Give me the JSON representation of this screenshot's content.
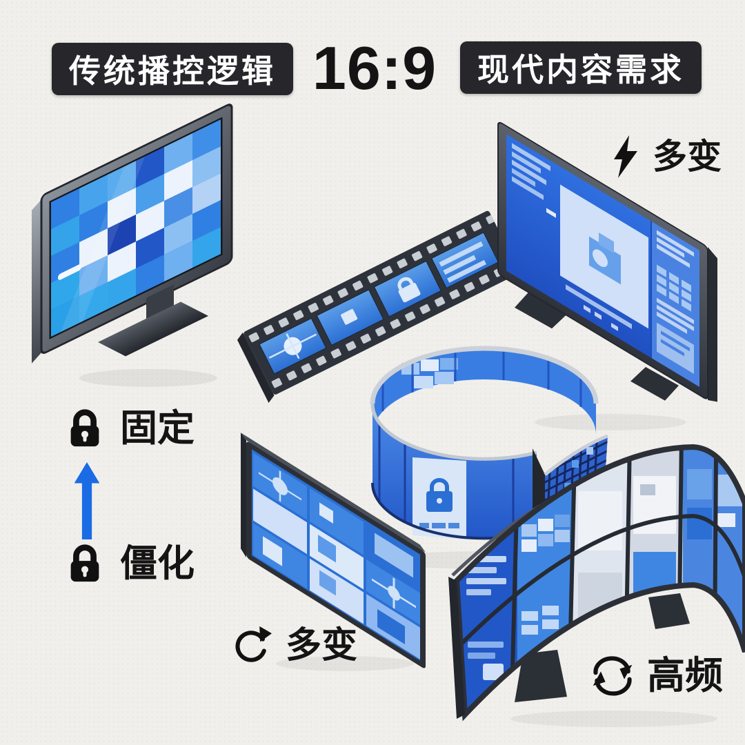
{
  "header": {
    "left_banner": "传统播控逻辑",
    "aspect_ratio": "16:9",
    "right_banner": "现代内容需求"
  },
  "labels": {
    "fixed": "固定",
    "rigid": "僵化",
    "variable_top": "多变",
    "variable_bottom": "多变",
    "high_frequency": "高频"
  },
  "icons": {
    "lock": "lock-icon",
    "up_arrow": "arrow-up-icon",
    "lightning": "lightning-icon",
    "rotate": "rotate-arrow-icon",
    "cycle": "cycle-arrows-icon"
  },
  "colors": {
    "background": "#f1efeb",
    "banner_background": "#26262b",
    "banner_text": "#ffffff",
    "label_text": "#141414",
    "arrow_blue": "#1a6be4",
    "screen_blue": "#2b6fd4",
    "screen_light_blue": "#cfe0f8",
    "bezel_dark": "#2c3036"
  }
}
